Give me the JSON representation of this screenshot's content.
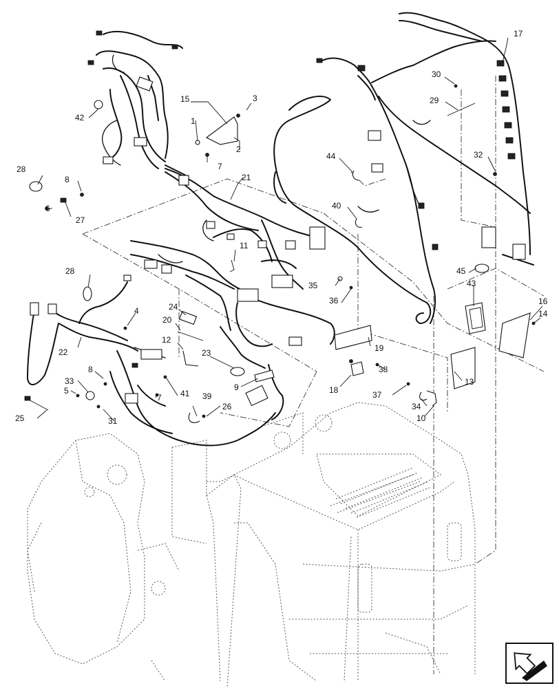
{
  "diagram": {
    "callouts": [
      {
        "id": "c1",
        "text": "1"
      },
      {
        "id": "c2",
        "text": "2"
      },
      {
        "id": "c3",
        "text": "3"
      },
      {
        "id": "c4",
        "text": "4"
      },
      {
        "id": "c5",
        "text": "5"
      },
      {
        "id": "c6",
        "text": "6"
      },
      {
        "id": "c7a",
        "text": "7"
      },
      {
        "id": "c7b",
        "text": "7"
      },
      {
        "id": "c8a",
        "text": "8"
      },
      {
        "id": "c8b",
        "text": "8"
      },
      {
        "id": "c9",
        "text": "9"
      },
      {
        "id": "c10",
        "text": "10"
      },
      {
        "id": "c11",
        "text": "11"
      },
      {
        "id": "c12",
        "text": "12"
      },
      {
        "id": "c13",
        "text": "13"
      },
      {
        "id": "c14",
        "text": "14"
      },
      {
        "id": "c15",
        "text": "15"
      },
      {
        "id": "c16",
        "text": "16"
      },
      {
        "id": "c17",
        "text": "17"
      },
      {
        "id": "c18",
        "text": "18"
      },
      {
        "id": "c19",
        "text": "19"
      },
      {
        "id": "c20",
        "text": "20"
      },
      {
        "id": "c21",
        "text": "21"
      },
      {
        "id": "c22",
        "text": "22"
      },
      {
        "id": "c23",
        "text": "23"
      },
      {
        "id": "c24",
        "text": "24"
      },
      {
        "id": "c25",
        "text": "25"
      },
      {
        "id": "c26",
        "text": "26"
      },
      {
        "id": "c27",
        "text": "27"
      },
      {
        "id": "c28a",
        "text": "28"
      },
      {
        "id": "c28b",
        "text": "28"
      },
      {
        "id": "c29",
        "text": "29"
      },
      {
        "id": "c30",
        "text": "30"
      },
      {
        "id": "c31",
        "text": "31"
      },
      {
        "id": "c32",
        "text": "32"
      },
      {
        "id": "c33",
        "text": "33"
      },
      {
        "id": "c34",
        "text": "34"
      },
      {
        "id": "c35",
        "text": "35"
      },
      {
        "id": "c36",
        "text": "36"
      },
      {
        "id": "c37",
        "text": "37"
      },
      {
        "id": "c38",
        "text": "38"
      },
      {
        "id": "c39",
        "text": "39"
      },
      {
        "id": "c40",
        "text": "40"
      },
      {
        "id": "c41",
        "text": "41"
      },
      {
        "id": "c42",
        "text": "42"
      },
      {
        "id": "c43",
        "text": "43"
      },
      {
        "id": "c44",
        "text": "44"
      },
      {
        "id": "c45",
        "text": "45"
      }
    ],
    "icons": {
      "orientation": "front-direction-arrow-icon"
    }
  }
}
